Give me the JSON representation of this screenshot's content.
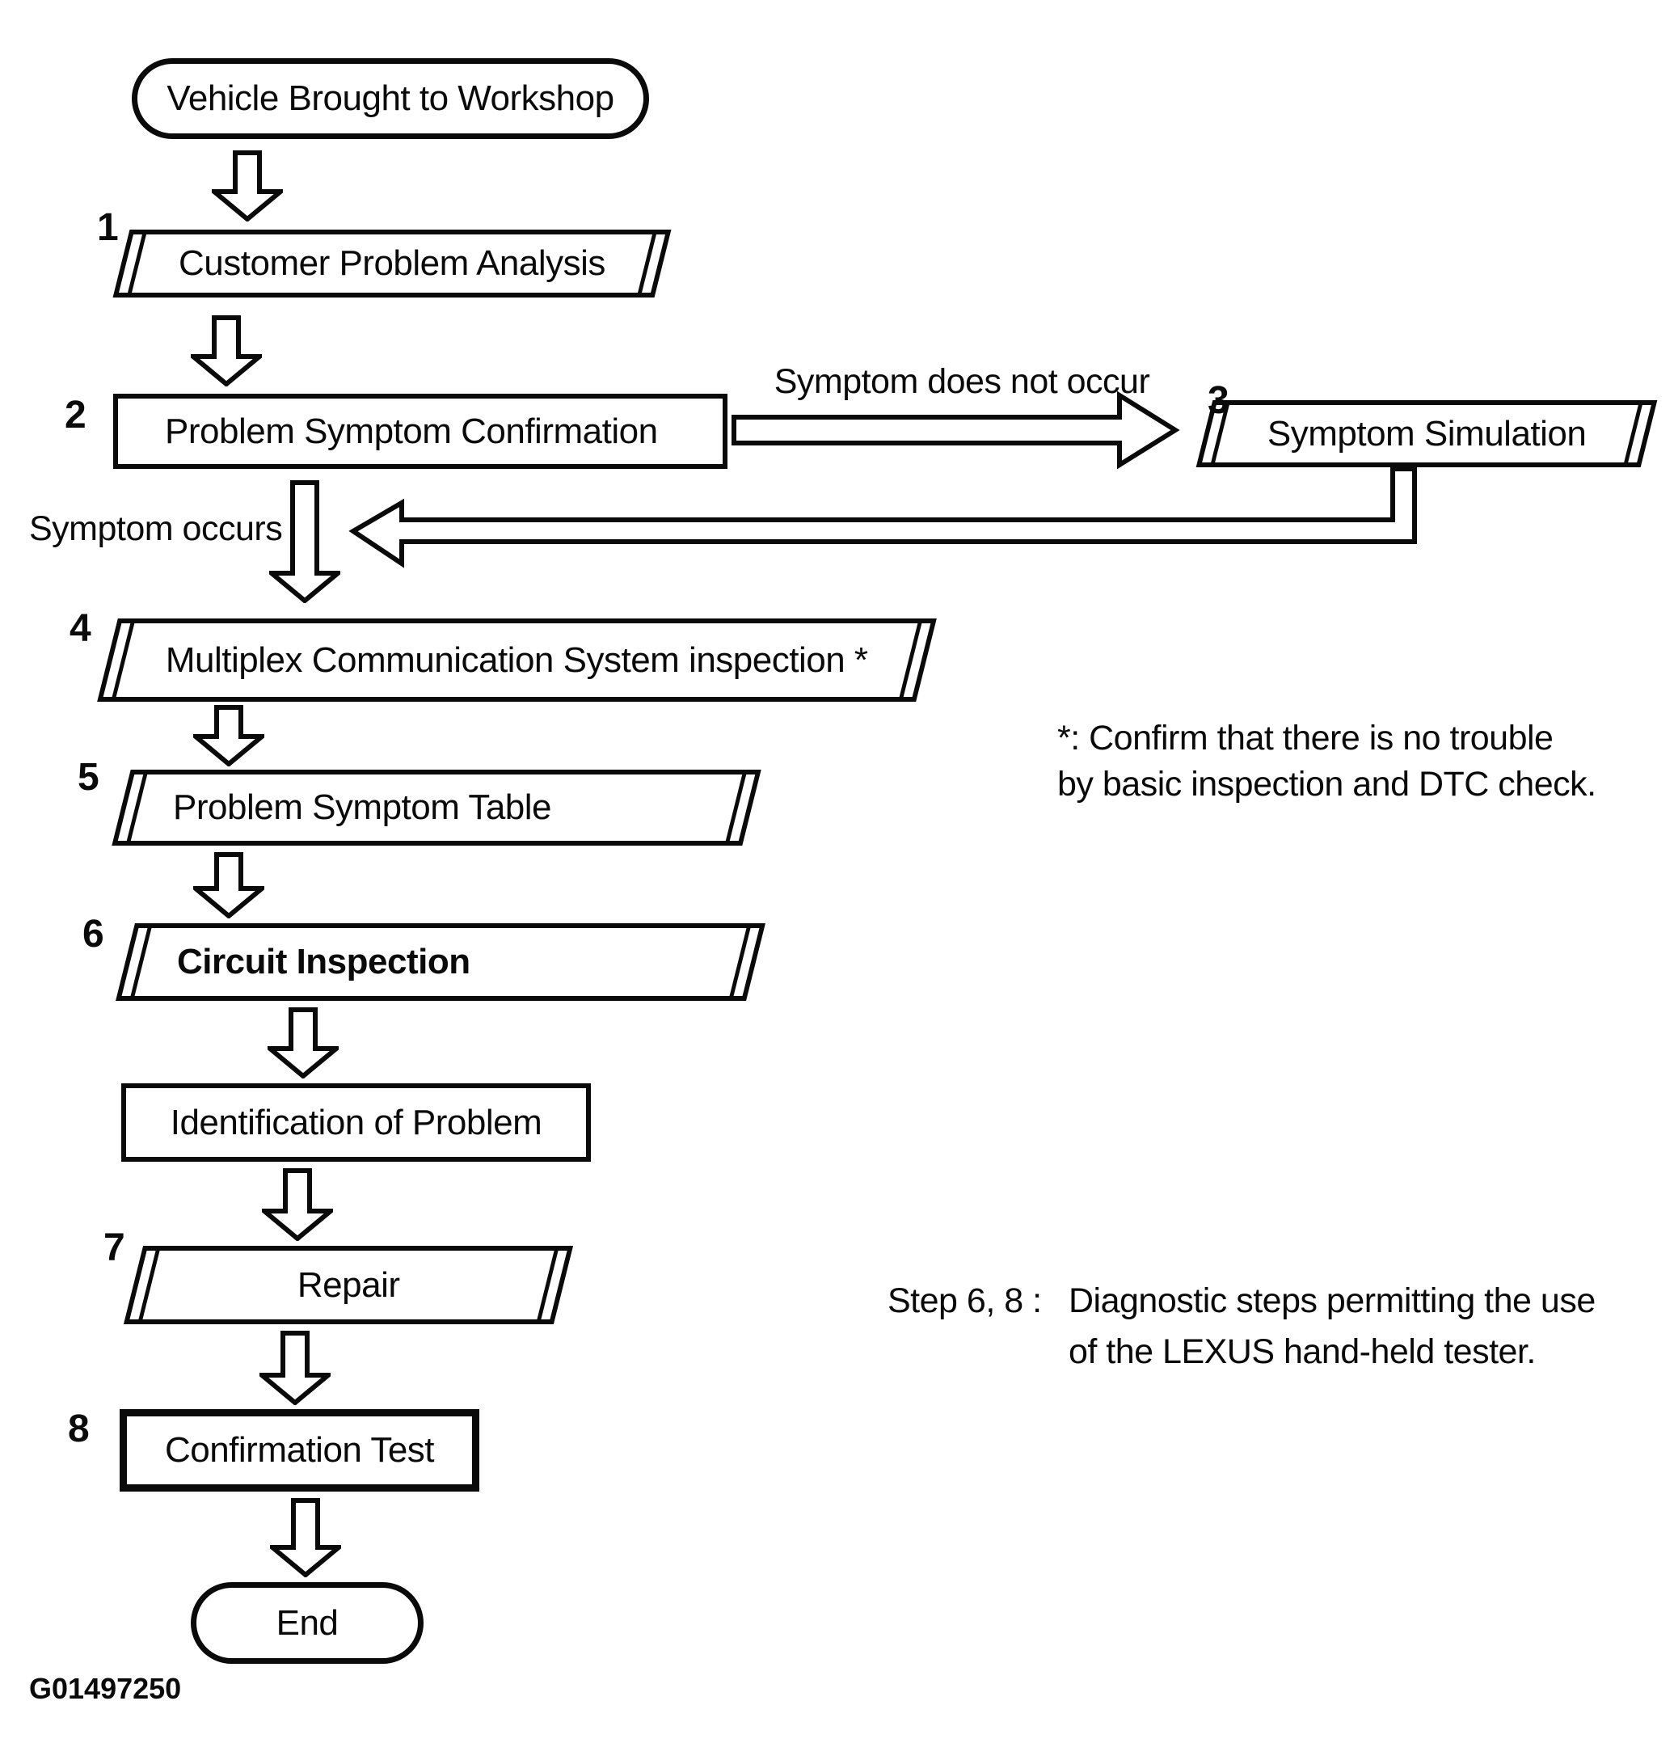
{
  "figure": {
    "code": "G01497250"
  },
  "flow": {
    "start": {
      "label": "Vehicle Brought to Workshop"
    },
    "step1": {
      "num": "1",
      "label": "Customer Problem Analysis"
    },
    "step2": {
      "num": "2",
      "label": "Problem Symptom Confirmation"
    },
    "step3": {
      "num": "3",
      "label": "Symptom Simulation"
    },
    "step4": {
      "num": "4",
      "label": "Multiplex Communication System inspection *"
    },
    "step5": {
      "num": "5",
      "label": "Problem Symptom Table"
    },
    "step6": {
      "num": "6",
      "label": "Circuit Inspection"
    },
    "identify": {
      "label": "Identification of Problem"
    },
    "step7": {
      "num": "7",
      "label": "Repair"
    },
    "step8": {
      "num": "8",
      "label": "Confirmation Test"
    },
    "end": {
      "label": "End"
    }
  },
  "edge_labels": {
    "symptom_not_occur": "Symptom does not occur",
    "symptom_occurs": "Symptom occurs"
  },
  "notes": {
    "asterisk": {
      "line1": "*: Confirm that there is no trouble",
      "line2": "by basic inspection and DTC check."
    },
    "step68": {
      "label": "Step 6, 8 :",
      "line1": "Diagnostic steps permitting the use",
      "line2": "of the LEXUS hand-held tester."
    }
  },
  "colors": {
    "ink": "#0a0a0a",
    "paper": "#ffffff"
  }
}
